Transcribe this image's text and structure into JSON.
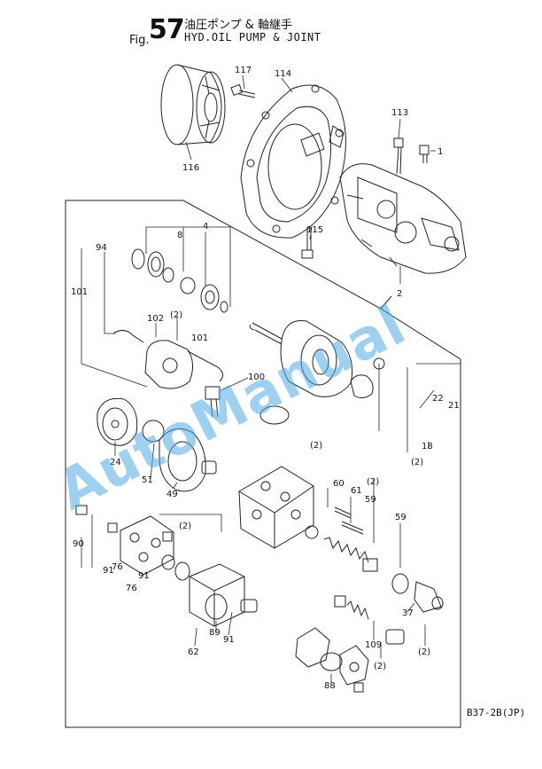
{
  "header": {
    "fig_prefix": "Fig.",
    "fig_number": "57",
    "title_jp": "油圧ポンプ & 軸継手",
    "title_en": "HYD.OIL PUMP & JOINT"
  },
  "drawing_code": "B37-2B(JP)",
  "watermark": "AutoManual",
  "watermark_color": "#50aae1",
  "callouts": {
    "c117": "117",
    "c114": "114",
    "c113": "113",
    "c1": "1",
    "c116": "116",
    "c115": "115",
    "c2": "2",
    "c4": "4",
    "c8": "8",
    "c94": "94",
    "c101a": "101",
    "c102": "102",
    "c2a": "(2)",
    "c101b": "101",
    "c100": "100",
    "c22": "22",
    "c21": "21",
    "c18": "18",
    "c2b": "(2)",
    "c2c": "(2)",
    "c24": "24",
    "c51": "51",
    "c49": "49",
    "c2d": "(2)",
    "c60": "60",
    "c61": "61",
    "c2e": "(2)",
    "c59a": "59",
    "c59b": "59",
    "c90": "90",
    "c91a": "91",
    "c76a": "76",
    "c76b": "76",
    "c91b": "91",
    "c37": "37",
    "c89": "89",
    "c91c": "91",
    "c62": "62",
    "c109": "109",
    "c2f": "(2)",
    "c2g": "(2)",
    "c88": "88"
  }
}
